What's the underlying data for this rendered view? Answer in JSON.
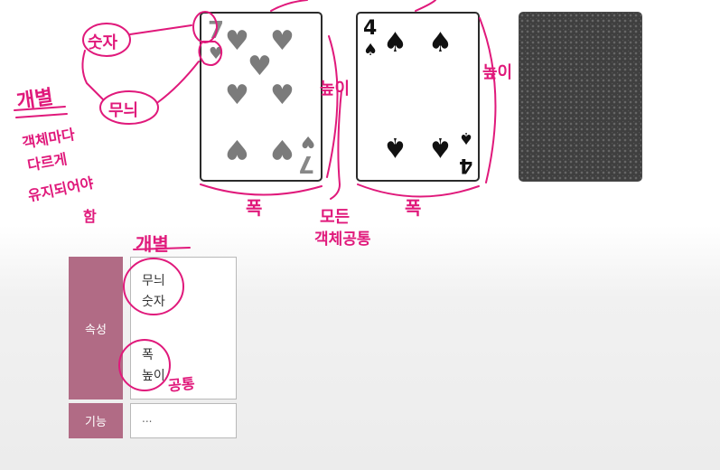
{
  "cards": {
    "hearts": {
      "rank": "7",
      "suit_icon": "heart-icon",
      "suit_char": "♥"
    },
    "spades": {
      "rank": "4",
      "suit_icon": "spade-icon",
      "suit_char": "♠"
    },
    "back": {
      "face": "down"
    }
  },
  "table": {
    "attr_header": "속성",
    "func_header": "기능",
    "individual_attrs": [
      "무늬",
      "숫자"
    ],
    "common_attrs": [
      "폭",
      "높이"
    ],
    "func_value": "..."
  },
  "annotations": {
    "number": "숫자",
    "suit": "무늬",
    "individual": "개별",
    "note_line1": "객체마다",
    "note_line2": "다르게",
    "note_line3": "유지되어야",
    "note_line4": "함",
    "height1": "높이",
    "height2": "높이",
    "width1": "폭",
    "width2": "폭",
    "all_objects": "모든",
    "common_to_objects": "객체공통",
    "table_individual": "개별",
    "table_common": "공통"
  },
  "colors": {
    "ink": "#e0197b",
    "table_header": "#b16b85",
    "heart_pip": "#7b7b7b",
    "spade_pip": "#111111",
    "card_back": "#3f3f3f"
  }
}
